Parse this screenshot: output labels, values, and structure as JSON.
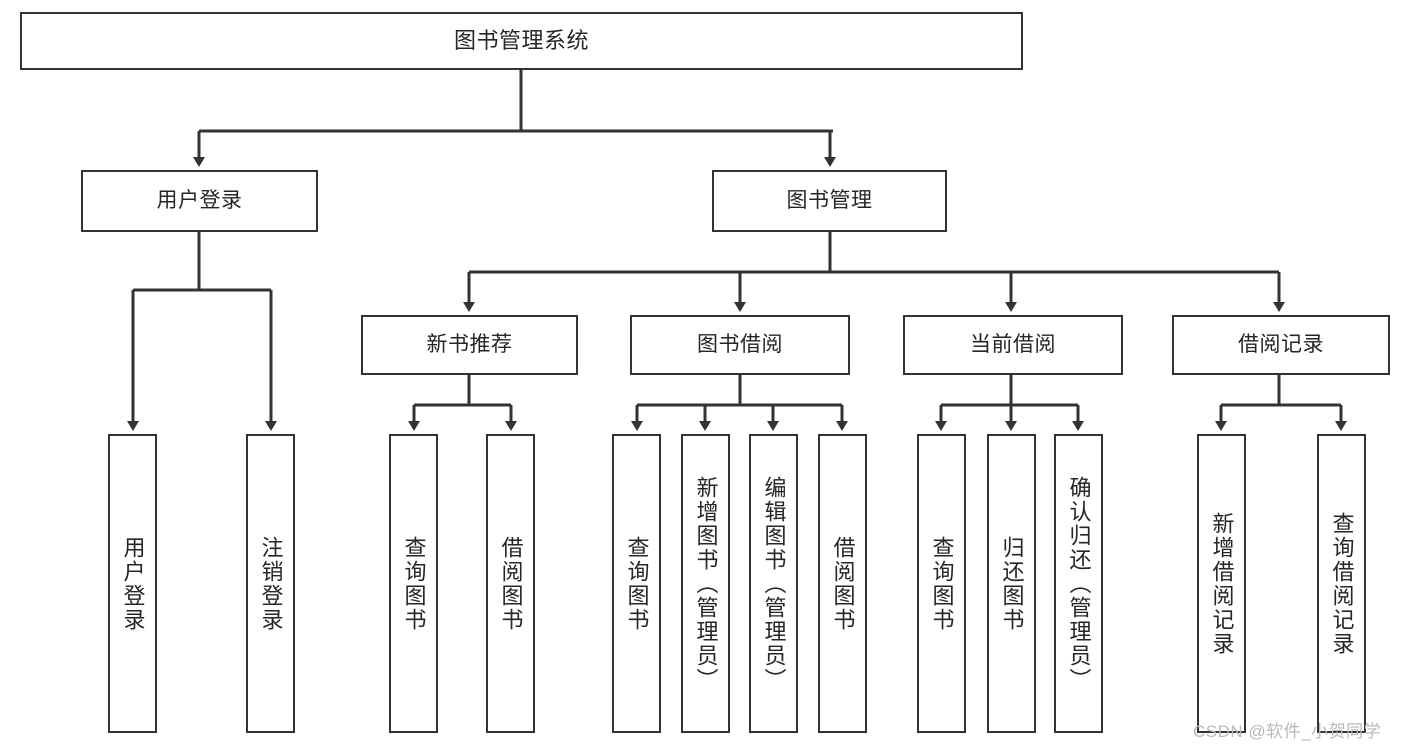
{
  "diagram": {
    "type": "tree",
    "title": "图书管理系统",
    "root": {
      "label": "图书管理系统"
    },
    "level2": [
      {
        "label": "用户登录"
      },
      {
        "label": "图书管理"
      }
    ],
    "level3": [
      {
        "label": "新书推荐"
      },
      {
        "label": "图书借阅"
      },
      {
        "label": "当前借阅"
      },
      {
        "label": "借阅记录"
      }
    ],
    "leaves": {
      "user_login": [
        {
          "label": "用户登录"
        },
        {
          "label": "注销登录"
        }
      ],
      "new_book_recommend": [
        {
          "label": "查询图书"
        },
        {
          "label": "借阅图书"
        }
      ],
      "book_borrow": [
        {
          "label": "查询图书"
        },
        {
          "label": "新增图书（管理员）"
        },
        {
          "label": "编辑图书（管理员）"
        },
        {
          "label": "借阅图书"
        }
      ],
      "current_borrow": [
        {
          "label": "查询图书"
        },
        {
          "label": "归还图书"
        },
        {
          "label": "确认归还（管理员）"
        }
      ],
      "borrow_records": [
        {
          "label": "新增借阅记录"
        },
        {
          "label": "查询借阅记录"
        }
      ]
    }
  },
  "colors": {
    "box_border": "#333333",
    "box_fill": "#ffffff",
    "line": "#333333",
    "text": "#262626",
    "watermark": "#b9b9b9"
  },
  "watermark": {
    "text": "CSDN @软件_小贺同学"
  }
}
